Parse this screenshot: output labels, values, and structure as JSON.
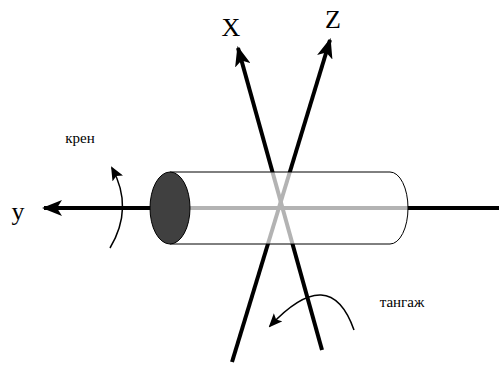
{
  "diagram": {
    "labels": [
      "X",
      "Z",
      "y",
      "крен",
      "тангаж"
    ]
  }
}
